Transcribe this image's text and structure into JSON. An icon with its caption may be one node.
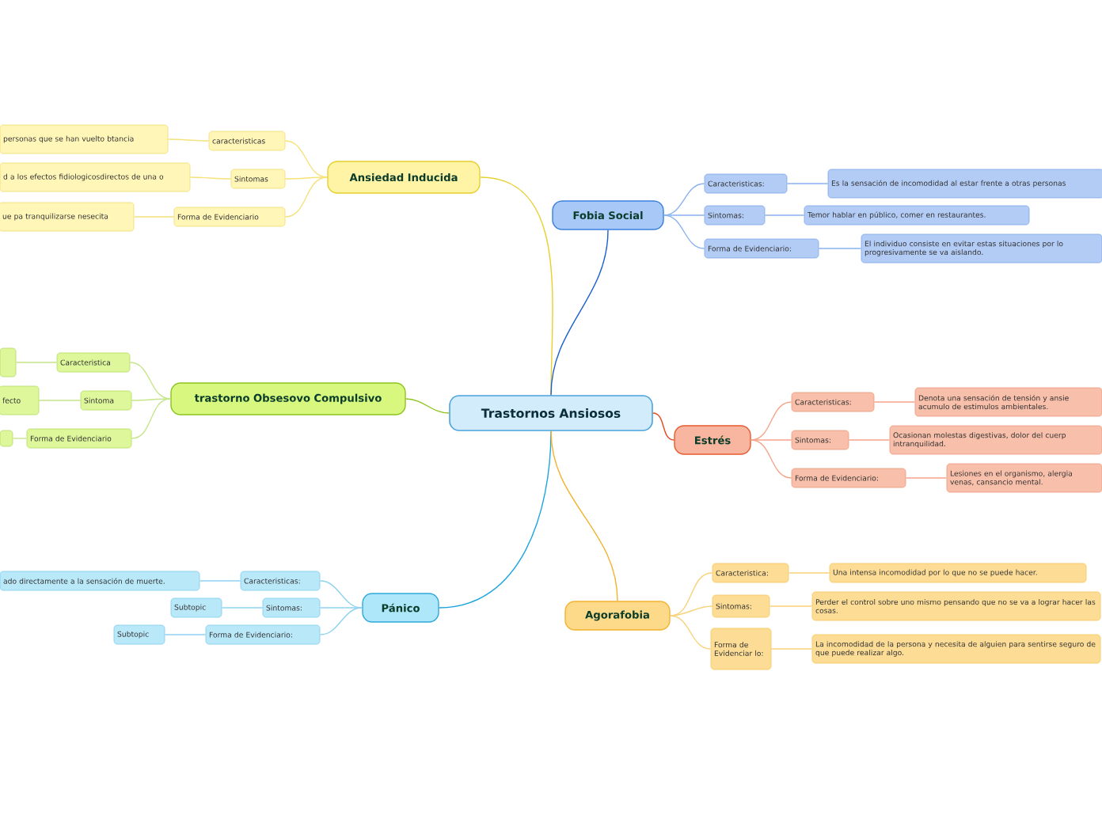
{
  "diagram": {
    "nodes": [
      {
        "text": [
          "Trastornos Ansiosos"
        ]
      },
      {
        "text": [
          "Ansiedad Inducida"
        ]
      },
      {
        "text": [
          "caracteristicas"
        ]
      },
      {
        "text": [
          "Sintomas"
        ]
      },
      {
        "text": [
          "Forma de Evidenciario"
        ]
      },
      {
        "text": [
          "personas que se han vuelto btancia"
        ]
      },
      {
        "text": [
          "d a los efectos fidiologicosdirectos de una o"
        ]
      },
      {
        "text": [
          "ue pa tranquilizarse nesecita"
        ]
      },
      {
        "text": [
          "trastorno Obsesovo Compulsivo"
        ]
      },
      {
        "text": [
          "Caracteristica"
        ]
      },
      {
        "text": [
          "Sintoma"
        ]
      },
      {
        "text": [
          "Forma de Evidenciario"
        ]
      },
      {
        "text": [],
        "shape": "box"
      },
      {
        "text": [
          "fecto"
        ]
      },
      {
        "text": [],
        "shape": "box"
      },
      {
        "text": [
          "Pánico"
        ]
      },
      {
        "text": [
          "Caracteristicas:"
        ]
      },
      {
        "text": [
          "Sintomas:"
        ]
      },
      {
        "text": [
          "Forma de Evidenciario:"
        ]
      },
      {
        "text": [
          "ado directamente a la sensación de muerte."
        ]
      },
      {
        "text": [
          "Subtopic"
        ]
      },
      {
        "text": [
          "Subtopic"
        ]
      },
      {
        "text": [
          "Fobia Social"
        ]
      },
      {
        "text": [
          "Caracteristicas:"
        ]
      },
      {
        "text": [
          "Sintomas:"
        ]
      },
      {
        "text": [
          "Forma de Evidenciario:"
        ]
      },
      {
        "text": [
          "Es la sensación de incomodidad al estar frente a otras personas"
        ]
      },
      {
        "text": [
          "Temor hablar en público, comer en restaurantes."
        ]
      },
      {
        "text": [
          "El individuo consiste en evitar estas situaciones por lo progresivamente se va aislando."
        ]
      },
      {
        "text": [
          "Estrés"
        ]
      },
      {
        "text": [
          "Caracteristicas:"
        ]
      },
      {
        "text": [
          "Sintomas:"
        ]
      },
      {
        "text": [
          "Forma de Evidenciario:"
        ]
      },
      {
        "text": [
          "Denota una sensación de tensión y ansie acumulo de estimulos ambientales."
        ]
      },
      {
        "text": [
          "Ocasionan molestas digestivas, dolor del cuerp intranquilidad."
        ]
      },
      {
        "text": [
          "Lesiones en el organismo, alergia venas, cansancio mental."
        ]
      },
      {
        "text": [
          "Agorafobia"
        ]
      },
      {
        "text": [
          "Caracteristica:"
        ]
      },
      {
        "text": [
          "Sintomas:"
        ]
      },
      {
        "text": [
          "Forma de Evidenciar lo:"
        ]
      },
      {
        "text": [
          "Una intensa incomodidad por lo que no se puede hacer."
        ]
      },
      {
        "text": [
          "Perder el control sobre uno mismo pensando que no se va a lograr hacer las cosas."
        ]
      },
      {
        "text": [
          "La incomodidad de la persona y necesita de alguien para sentirse seguro de que puede realizar algo."
        ]
      }
    ],
    "edges": [
      {
        "from": 0,
        "to": 1,
        "arrow": "none",
        "color": "#e8cf2d"
      },
      {
        "from": 0,
        "to": 8,
        "arrow": "none",
        "color": "#8fc31f"
      },
      {
        "from": 0,
        "to": 15,
        "arrow": "none",
        "color": "#1ea5e0"
      },
      {
        "from": 0,
        "to": 22,
        "arrow": "none",
        "color": "#1a5fd0"
      },
      {
        "from": 0,
        "to": 29,
        "arrow": "none",
        "color": "#e8481e"
      },
      {
        "from": 0,
        "to": 36,
        "arrow": "none",
        "color": "#f3b32f"
      },
      {
        "from": 1,
        "to": 2,
        "arrow": "none",
        "color": "#f5e27a"
      },
      {
        "from": 1,
        "to": 3,
        "arrow": "none",
        "color": "#f5e27a"
      },
      {
        "from": 1,
        "to": 4,
        "arrow": "none",
        "color": "#f5e27a"
      },
      {
        "from": 2,
        "to": 5,
        "arrow": "none",
        "color": "#f5e27a"
      },
      {
        "from": 3,
        "to": 6,
        "arrow": "none",
        "color": "#f5e27a"
      },
      {
        "from": 4,
        "to": 7,
        "arrow": "none",
        "color": "#f5e27a"
      },
      {
        "from": 8,
        "to": 9,
        "arrow": "none",
        "color": "#c6e58a"
      },
      {
        "from": 8,
        "to": 10,
        "arrow": "none",
        "color": "#c6e58a"
      },
      {
        "from": 8,
        "to": 11,
        "arrow": "none",
        "color": "#c6e58a"
      },
      {
        "from": 9,
        "to": 12,
        "arrow": "none",
        "color": "#c6e58a"
      },
      {
        "from": 10,
        "to": 13,
        "arrow": "none",
        "color": "#c6e58a"
      },
      {
        "from": 11,
        "to": 14,
        "arrow": "none",
        "color": "#c6e58a"
      },
      {
        "from": 15,
        "to": 16,
        "arrow": "none",
        "color": "#8fd3f0"
      },
      {
        "from": 15,
        "to": 17,
        "arrow": "none",
        "color": "#8fd3f0"
      },
      {
        "from": 15,
        "to": 18,
        "arrow": "none",
        "color": "#8fd3f0"
      },
      {
        "from": 16,
        "to": 19,
        "arrow": "none",
        "color": "#8fd3f0"
      },
      {
        "from": 17,
        "to": 20,
        "arrow": "none",
        "color": "#8fd3f0"
      },
      {
        "from": 18,
        "to": 21,
        "arrow": "none",
        "color": "#8fd3f0"
      },
      {
        "from": 22,
        "to": 23,
        "arrow": "none",
        "color": "#8ab2ee"
      },
      {
        "from": 22,
        "to": 24,
        "arrow": "none",
        "color": "#8ab2ee"
      },
      {
        "from": 22,
        "to": 25,
        "arrow": "none",
        "color": "#8ab2ee"
      },
      {
        "from": 23,
        "to": 26,
        "arrow": "none",
        "color": "#8ab2ee"
      },
      {
        "from": 24,
        "to": 27,
        "arrow": "none",
        "color": "#8ab2ee"
      },
      {
        "from": 25,
        "to": 28,
        "arrow": "none",
        "color": "#8ab2ee"
      },
      {
        "from": 29,
        "to": 30,
        "arrow": "none",
        "color": "#f5a58a"
      },
      {
        "from": 29,
        "to": 31,
        "arrow": "none",
        "color": "#f5a58a"
      },
      {
        "from": 29,
        "to": 32,
        "arrow": "none",
        "color": "#f5a58a"
      },
      {
        "from": 30,
        "to": 33,
        "arrow": "none",
        "color": "#f5a58a"
      },
      {
        "from": 31,
        "to": 34,
        "arrow": "none",
        "color": "#f5a58a"
      },
      {
        "from": 32,
        "to": 35,
        "arrow": "none",
        "color": "#f5a58a"
      },
      {
        "from": 36,
        "to": 37,
        "arrow": "none",
        "color": "#f8d27a"
      },
      {
        "from": 36,
        "to": 38,
        "arrow": "none",
        "color": "#f8d27a"
      },
      {
        "from": 36,
        "to": 39,
        "arrow": "none",
        "color": "#f8d27a"
      },
      {
        "from": 37,
        "to": 40,
        "arrow": "none",
        "color": "#f8d27a"
      },
      {
        "from": 38,
        "to": 41,
        "arrow": "none",
        "color": "#f8d27a"
      },
      {
        "from": 39,
        "to": 42,
        "arrow": "none",
        "color": "#f8d27a"
      }
    ]
  }
}
